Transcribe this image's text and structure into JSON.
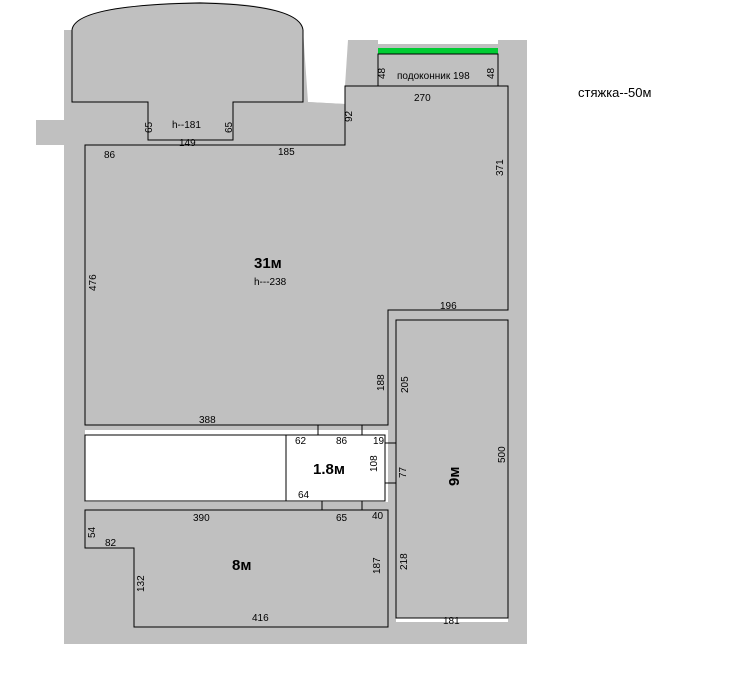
{
  "screed_note": "стяжка--50м",
  "window_sill": {
    "label": "подоконник 198",
    "left": "48",
    "right": "48"
  },
  "rooms": {
    "main": {
      "area": "31м",
      "height": "h---238"
    },
    "bath": {
      "area": "1.8м"
    },
    "right_room": {
      "area": "9м"
    },
    "bottom_room": {
      "area": "8м"
    }
  },
  "balcony": {
    "door_height": "h--181",
    "left_wall": "65",
    "right_wall": "65",
    "opening": "149"
  },
  "dimensions": {
    "d86_top": "86",
    "d185": "185",
    "d92": "92",
    "d270": "270",
    "d371": "371",
    "d476": "476",
    "d196": "196",
    "d188": "188",
    "d205": "205",
    "d388": "388",
    "d62": "62",
    "d86_bath": "86",
    "d19": "19",
    "d108": "108",
    "d77": "77",
    "d64": "64",
    "d390": "390",
    "d65_bath": "65",
    "d40": "40",
    "d500": "500",
    "d54": "54",
    "d82": "82",
    "d132": "132",
    "d187": "187",
    "d218": "218",
    "d416": "416",
    "d181": "181"
  },
  "colors": {
    "wall": "#c0c0c0",
    "window": "#00cc33",
    "line": "#000000"
  }
}
